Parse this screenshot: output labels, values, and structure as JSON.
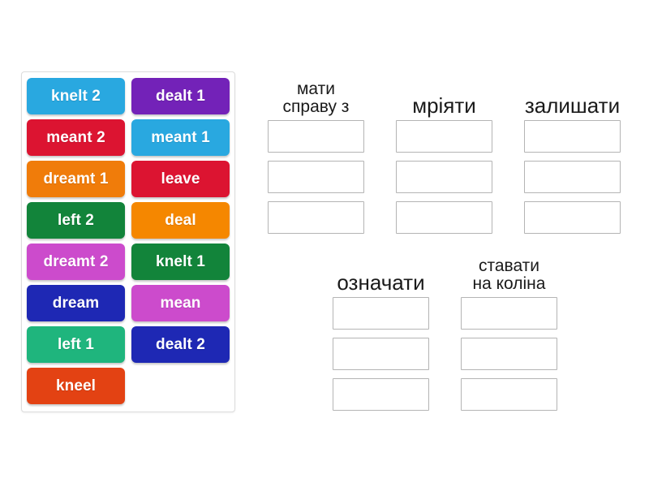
{
  "word_bank": {
    "tiles": [
      {
        "label": "knelt 2",
        "color": "#29a8e0"
      },
      {
        "label": "dealt 1",
        "color": "#7322b8"
      },
      {
        "label": "meant 2",
        "color": "#dc1431"
      },
      {
        "label": "meant 1",
        "color": "#29a8e0"
      },
      {
        "label": "dreamt 1",
        "color": "#f07c0a"
      },
      {
        "label": "leave",
        "color": "#dc1431"
      },
      {
        "label": "left 2",
        "color": "#12843a"
      },
      {
        "label": "deal",
        "color": "#f58700"
      },
      {
        "label": "dreamt 2",
        "color": "#cc4bcc"
      },
      {
        "label": "knelt 1",
        "color": "#12843a"
      },
      {
        "label": "dream",
        "color": "#1e28b4"
      },
      {
        "label": "mean",
        "color": "#cc4bcc"
      },
      {
        "label": "left 1",
        "color": "#1fb57d"
      },
      {
        "label": "dealt 2",
        "color": "#1e28b4"
      },
      {
        "label": "kneel",
        "color": "#e34213"
      }
    ]
  },
  "answer_groups": [
    {
      "columns": [
        {
          "heading": "мати\nсправу з",
          "lines": 2,
          "slots": 3
        },
        {
          "heading": "мріяти",
          "lines": 1,
          "slots": 3
        },
        {
          "heading": "залишати",
          "lines": 1,
          "slots": 3
        }
      ]
    },
    {
      "columns": [
        {
          "heading": "означати",
          "lines": 1,
          "slots": 3
        },
        {
          "heading": "ставати\nна коліна",
          "lines": 2,
          "slots": 3
        }
      ]
    }
  ],
  "colors": {
    "page_background": "#ffffff",
    "panel_border": "#dcdcdc",
    "slot_border": "#b4b4b4",
    "heading_text": "#1a1a1a",
    "tile_text": "#ffffff"
  }
}
